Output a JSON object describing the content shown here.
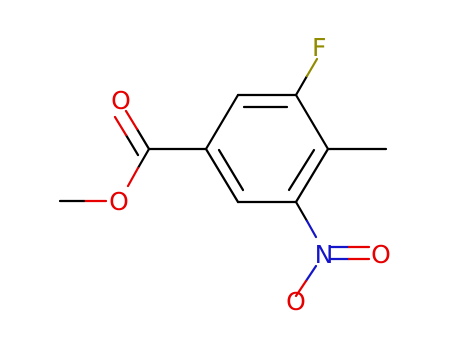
{
  "structure": {
    "atoms": {
      "fluorine": {
        "label": "F",
        "color": "#918b00"
      },
      "nitrogen": {
        "label": "N",
        "color": "#1414c8"
      },
      "oxygen_carbonyl": {
        "label": "O",
        "color": "#e60000"
      },
      "oxygen_ester": {
        "label": "O",
        "color": "#e60000"
      },
      "oxygen_nitro_1": {
        "label": "O",
        "color": "#e60000"
      },
      "oxygen_nitro_2": {
        "label": "O",
        "color": "#e60000"
      }
    },
    "bond_color": "#000000"
  }
}
